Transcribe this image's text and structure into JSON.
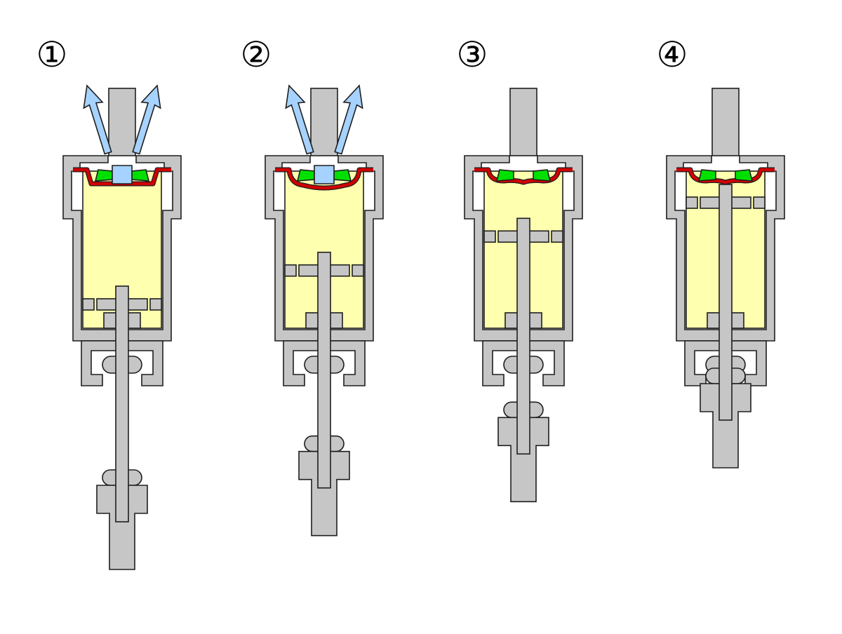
{
  "stages": [
    {
      "label": "①",
      "piston_travel": 0.0,
      "flow_arrows": true,
      "diaphragm": "flat"
    },
    {
      "label": "②",
      "piston_travel": 0.333,
      "flow_arrows": true,
      "diaphragm": "sagging"
    },
    {
      "label": "③",
      "piston_travel": 0.667,
      "flow_arrows": false,
      "diaphragm": "wavy"
    },
    {
      "label": "④",
      "piston_travel": 1.0,
      "flow_arrows": false,
      "diaphragm": "wavy"
    }
  ],
  "colors": {
    "body": "#c6c6c6",
    "outline": "#1e1e1e",
    "chamber": "#ffffb0",
    "diaphragm": "#d00000",
    "valve": "#00e000",
    "flow": "#a6d2ff",
    "background": "#ffffff"
  }
}
